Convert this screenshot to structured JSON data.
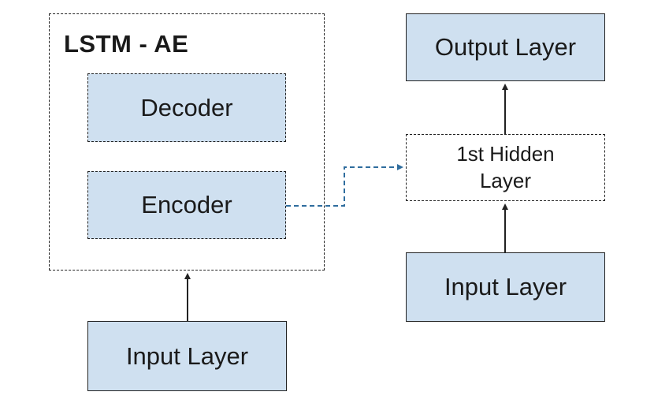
{
  "lstm_ae": {
    "title": "LSTM - AE",
    "decoder_label": "Decoder",
    "encoder_label": "Encoder",
    "input_label": "Input Layer"
  },
  "classifier": {
    "output_label": "Output Layer",
    "hidden_label": "1st Hidden\nLayer",
    "input_label": "Input Layer"
  },
  "colors": {
    "box_fill": "#cfe0f0",
    "border": "#222222",
    "encoder_link": "#2f6d9e"
  }
}
